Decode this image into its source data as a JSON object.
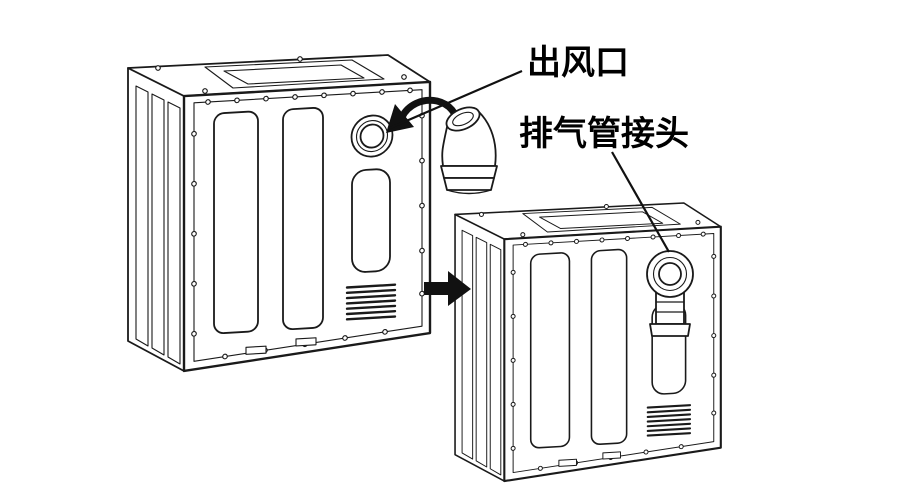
{
  "labels": {
    "air_outlet": "出风口",
    "exhaust_connector": "排气管接头"
  },
  "icons": {
    "rotate_arrow": "curved-rotation-arrow",
    "step_arrow": "right-block-arrow"
  },
  "colors": {
    "background": "#ffffff",
    "line": "#1a1a1a",
    "text": "#000000"
  }
}
